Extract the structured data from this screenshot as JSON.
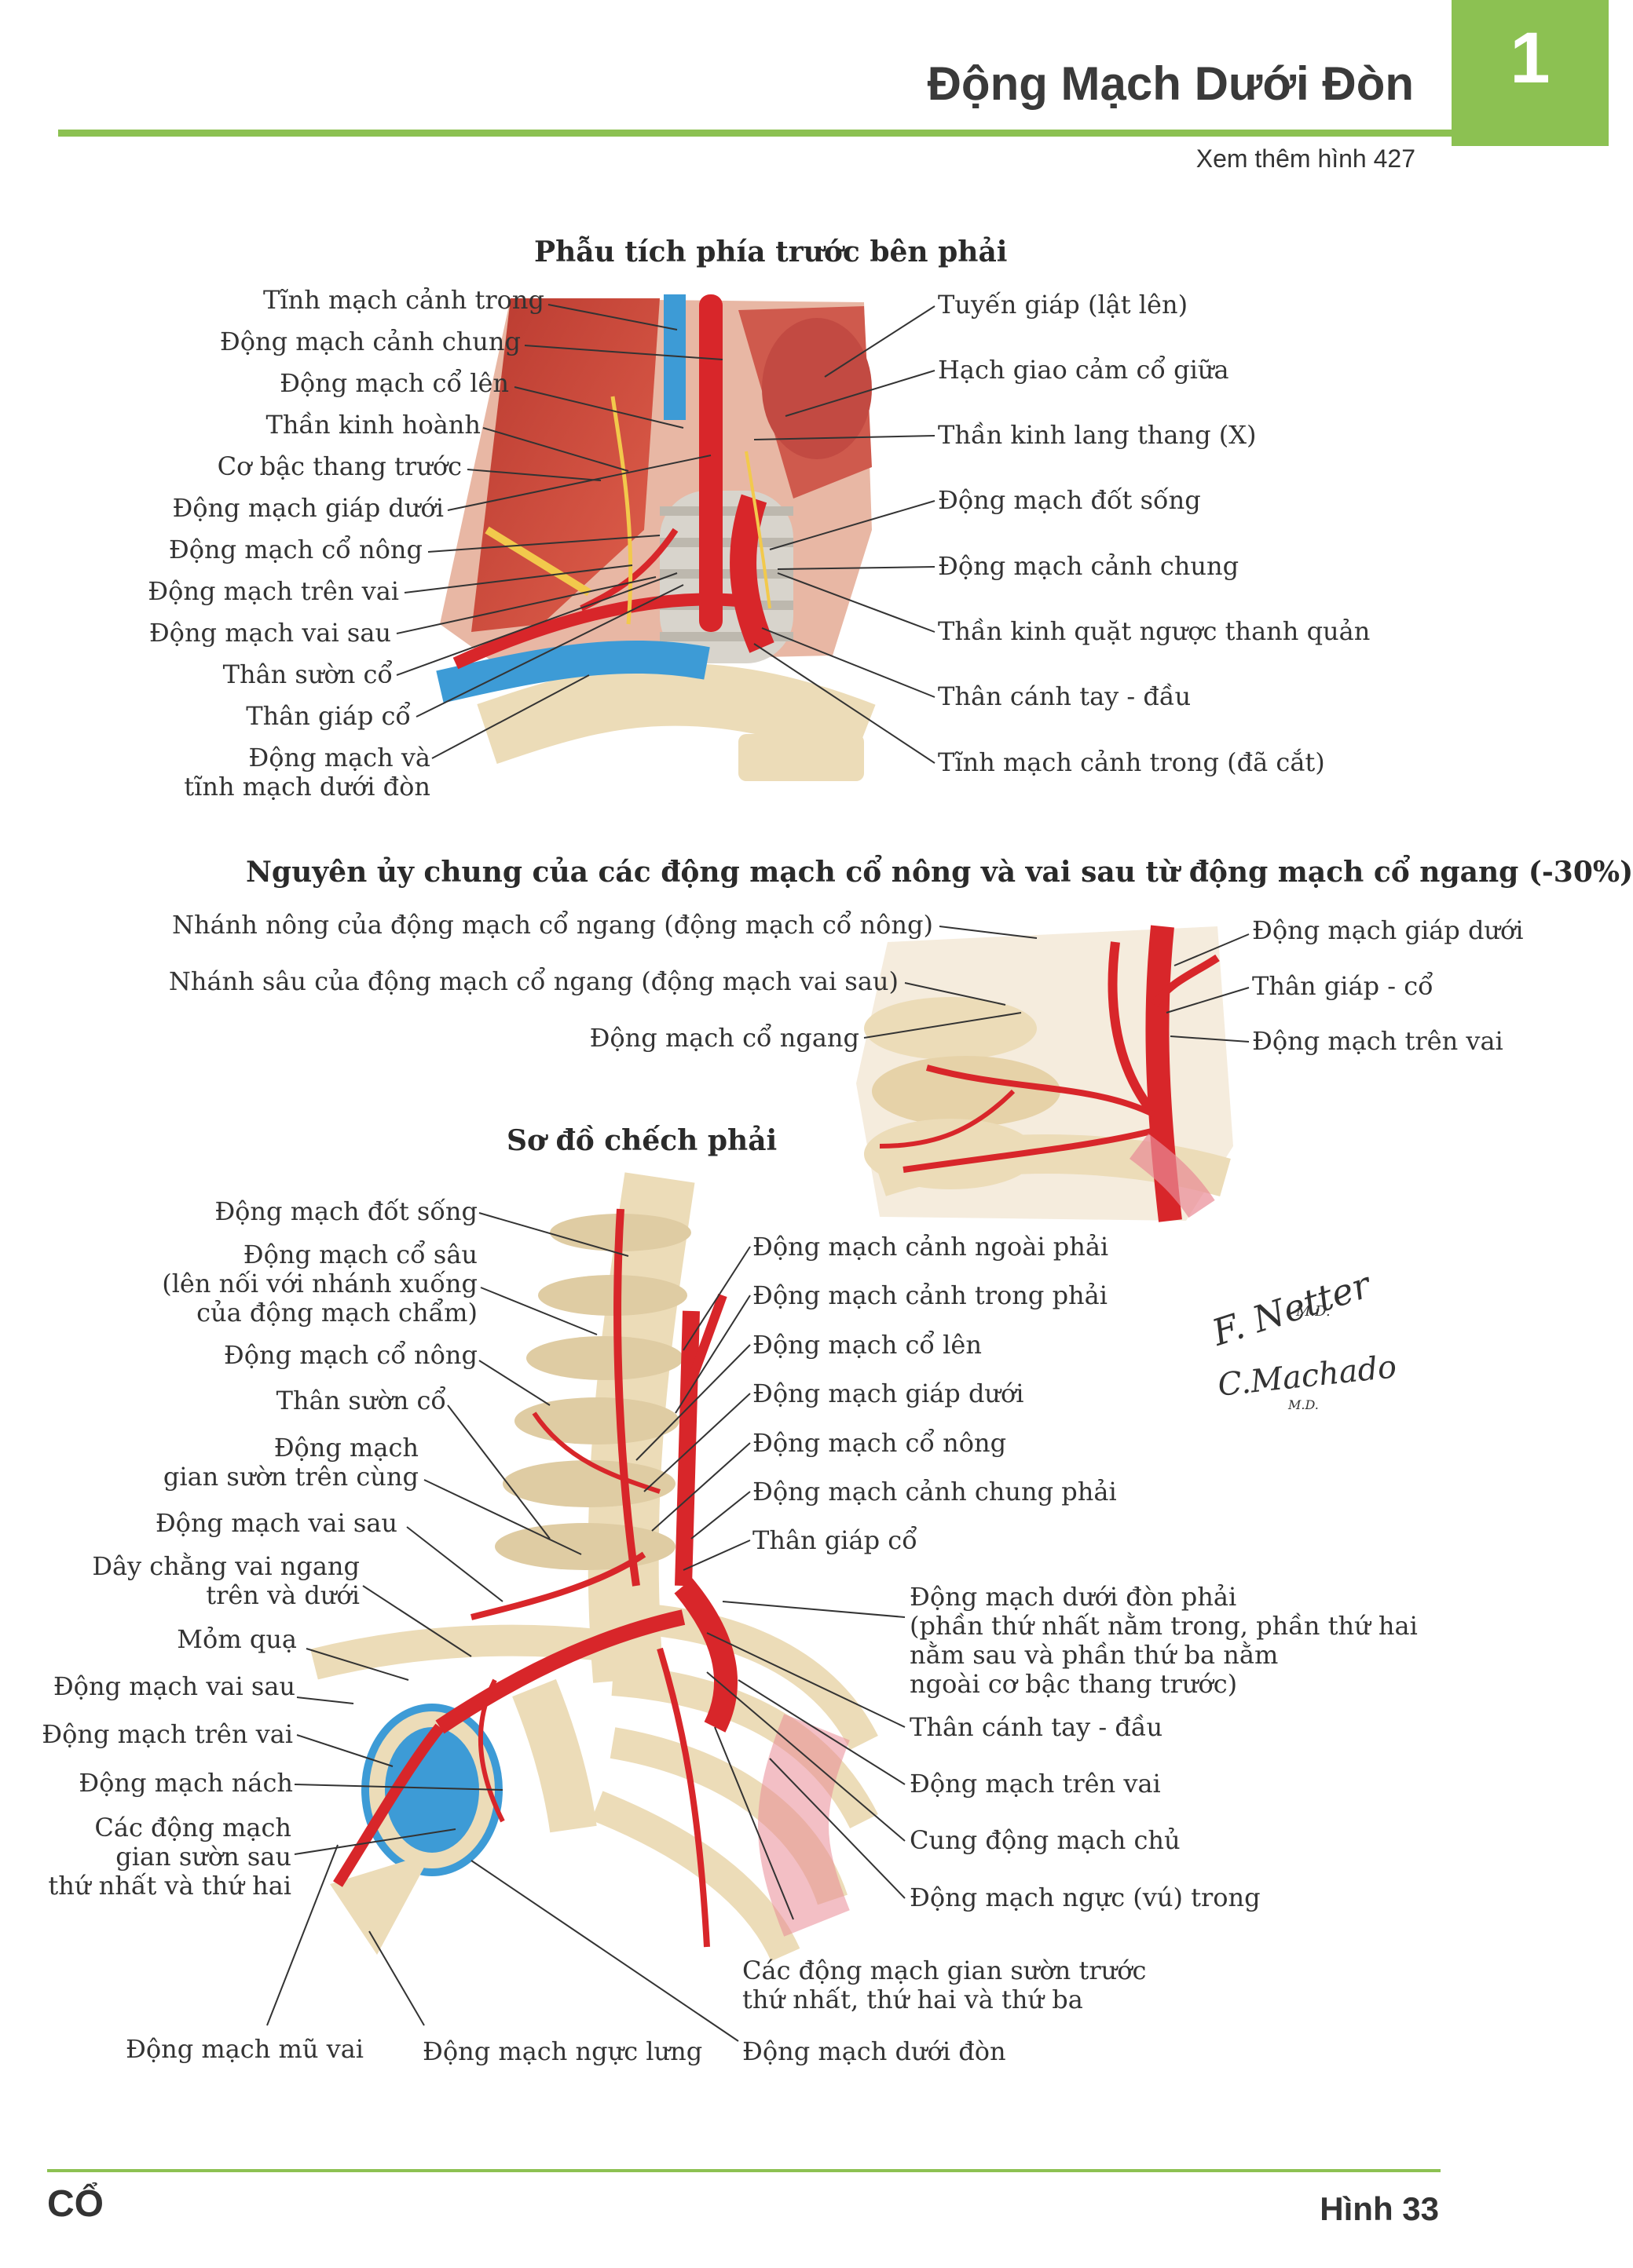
{
  "header": {
    "chapter_number": "1",
    "title": "Động Mạch Dưới Đòn",
    "see_also": "Xem thêm hình 427"
  },
  "panel1": {
    "heading": "Phẫu tích phía trước bên phải",
    "left_labels": [
      "Tĩnh mạch cảnh trong",
      "Động mạch cảnh chung",
      "Động mạch cổ lên",
      "Thần kinh hoành",
      "Cơ bậc thang trước",
      "Động mạch giáp dưới",
      "Động mạch cổ nông",
      "Động mạch trên vai",
      "Động mạch vai sau",
      "Thân sườn cổ",
      "Thân giáp cổ",
      "Động mạch và",
      "tĩnh mạch dưới đòn"
    ],
    "right_labels": [
      "Tuyến giáp (lật lên)",
      "Hạch giao cảm cổ giữa",
      "Thần kinh lang thang (X)",
      "Động mạch đốt sống",
      "Động mạch cảnh chung",
      "Thần kinh quặt ngược thanh quản",
      "Thân cánh tay - đầu",
      "Tĩnh mạch cảnh trong (đã cắt)"
    ]
  },
  "panel2": {
    "heading": "Nguyên ủy chung của các động mạch cổ nông và vai sau từ động mạch cổ ngang (-30%)",
    "left_labels": [
      "Nhánh nông của động mạch cổ ngang (động mạch cổ nông)",
      "Nhánh sâu của động mạch cổ ngang (động mạch vai sau)",
      "Động mạch cổ ngang"
    ],
    "right_labels": [
      "Động mạch giáp dưới",
      "Thân giáp - cổ",
      "Động mạch trên vai"
    ]
  },
  "panel3": {
    "heading": "Sơ đồ chếch phải",
    "left_labels": [
      "Động mạch đốt sống",
      "Động mạch cổ sâu",
      "(lên nối với nhánh xuống",
      "của động mạch chẩm)",
      "Động mạch cổ nông",
      "Thân sườn cổ",
      "Động mạch",
      "gian sườn trên cùng",
      "Động mạch vai sau",
      "Dây chằng vai ngang",
      "trên và dưới",
      "Mỏm quạ",
      "Động mạch vai sau",
      "Động mạch trên vai",
      "Động mạch nách",
      "Các động mạch",
      "gian sườn sau",
      "thứ nhất và thứ hai"
    ],
    "right_labels": [
      "Động mạch cảnh ngoài phải",
      "Động mạch cảnh trong phải",
      "Động mạch cổ lên",
      "Động mạch giáp dưới",
      "Động mạch cổ nông",
      "Động mạch cảnh chung phải",
      "Thân giáp cổ",
      "Động mạch dưới đòn phải",
      "(phần thứ nhất nằm trong, phần thứ hai",
      "nằm sau và phần thứ ba nằm",
      "ngoài cơ bậc thang trước)",
      "Thân cánh tay - đầu",
      "Động mạch trên vai",
      "Cung động mạch chủ",
      "Động mạch ngực (vú) trong"
    ],
    "bottom_labels": [
      "Các động mạch gian sườn trước",
      "thứ nhất, thứ hai và thứ ba",
      "Động mạch mũ vai",
      "Động mạch ngực lưng",
      "Động mạch dưới đòn"
    ]
  },
  "signature": {
    "line1": "F. Netter",
    "line1_sub": "M.D.",
    "line2": "C.Machado",
    "line2_sub": "M.D."
  },
  "footer": {
    "section": "CỔ",
    "figure": "Hình 33"
  },
  "colors": {
    "accent_green": "#8cc152",
    "artery_red": "#d8262a",
    "vein_blue": "#3d9bd6",
    "bone": "#ecdcb8",
    "muscle": "#c8473a"
  }
}
